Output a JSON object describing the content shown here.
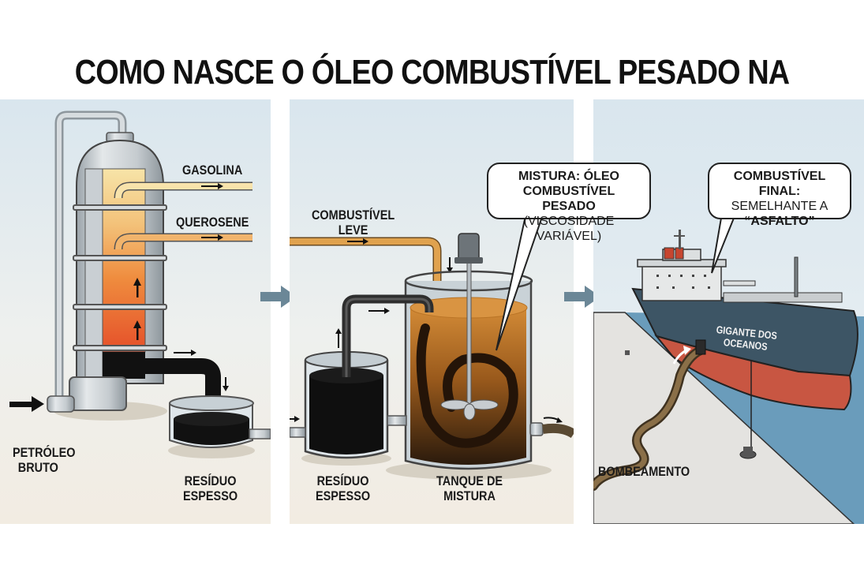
{
  "title": "COMO NASCE O ÓLEO COMBUSTÍVEL PESADO NA REFINARIA",
  "colors": {
    "panel_sky": "#dbe7ee",
    "panel_ground": "#f1ece3",
    "arrow": "#6b8797",
    "gasoline": "#f7dfa0",
    "kerosene": "#f2b46a",
    "heat_mid": "#ef8a3c",
    "heat_low": "#e65a28",
    "residue": "#111111",
    "mix_oil": "#c57a27",
    "ship_hull_top": "#3d5565",
    "ship_hull_bottom": "#c85642",
    "water": "#5f94b6",
    "hose": "#6b5536"
  },
  "panel1": {
    "labels": {
      "gasoline": "GASOLINA",
      "kerosene": "QUEROSENE",
      "crude_line1": "PETRÓLEO",
      "crude_line2": "BRUTO",
      "residue_line1": "RESÍDUO",
      "residue_line2": "ESPESSO"
    }
  },
  "panel2": {
    "labels": {
      "light_fuel_line1": "COMBUSTÍVEL",
      "light_fuel_line2": "LEVE",
      "residue_line1": "RESÍDUO",
      "residue_line2": "ESPESSO",
      "tank_line1": "TANQUE DE",
      "tank_line2": "MISTURA"
    },
    "bubble": {
      "line1": "MISTURA: ÓLEO",
      "line2": "COMBUSTÍVEL PESADO",
      "line3": "(VISCOSIDADE VARIÁVEL)"
    }
  },
  "panel3": {
    "labels": {
      "pumping": "BOMBEAMENTO",
      "ship_name_line1": "GIGANTE DOS",
      "ship_name_line2": "OCEANOS"
    },
    "bubble": {
      "line1": "COMBUSTÍVEL FINAL:",
      "line2": "SEMELHANTE A",
      "line3": "“ASFALTO”"
    }
  }
}
